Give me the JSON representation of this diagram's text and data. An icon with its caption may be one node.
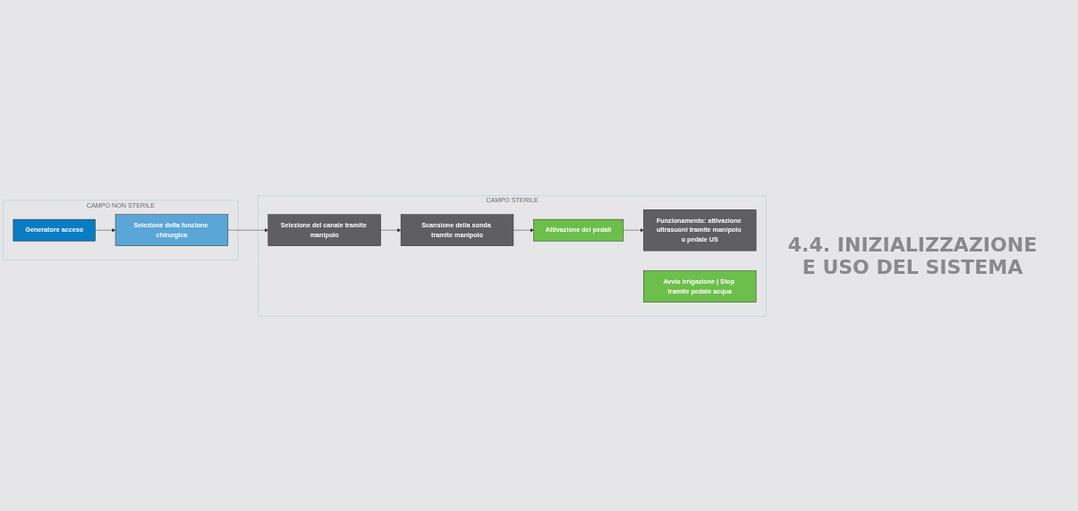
{
  "diagram": {
    "title": "4.4. INIZIALIZZAZIONE E USO DEL SISTEMA",
    "nodes": [
      {
        "text": [
          "CAMPO NON STERILE"
        ]
      },
      {
        "text": [
          "Generatore acceso"
        ],
        "in": 0
      },
      {
        "text": [
          "Selezione della funzione chirurgica"
        ],
        "in": 0
      },
      {
        "text": [
          "CAMPO STERILE"
        ]
      },
      {
        "text": [
          "Selezione del canale tramite manipolo"
        ],
        "in": 3
      },
      {
        "text": [
          "Scansione della sonda tramite manipolo"
        ],
        "in": 3
      },
      {
        "text": [
          "Attivazione dei pedali"
        ],
        "in": 3
      },
      {
        "text": [
          "Funzionamento: attivazione ultrasuoni tramite manipolo o pedale US"
        ],
        "in": 3
      },
      {
        "text": [
          "Avvio irrigazione | Stop tramite pedale acqua"
        ],
        "in": 3
      }
    ],
    "edges": [
      {
        "from": 1,
        "to": 2,
        "arrow": "to"
      },
      {
        "from": 2,
        "to": 4,
        "arrow": "to"
      },
      {
        "from": 4,
        "to": 5,
        "arrow": "to"
      },
      {
        "from": 5,
        "to": 6,
        "arrow": "to"
      },
      {
        "from": 6,
        "to": 7,
        "arrow": "to"
      }
    ]
  }
}
